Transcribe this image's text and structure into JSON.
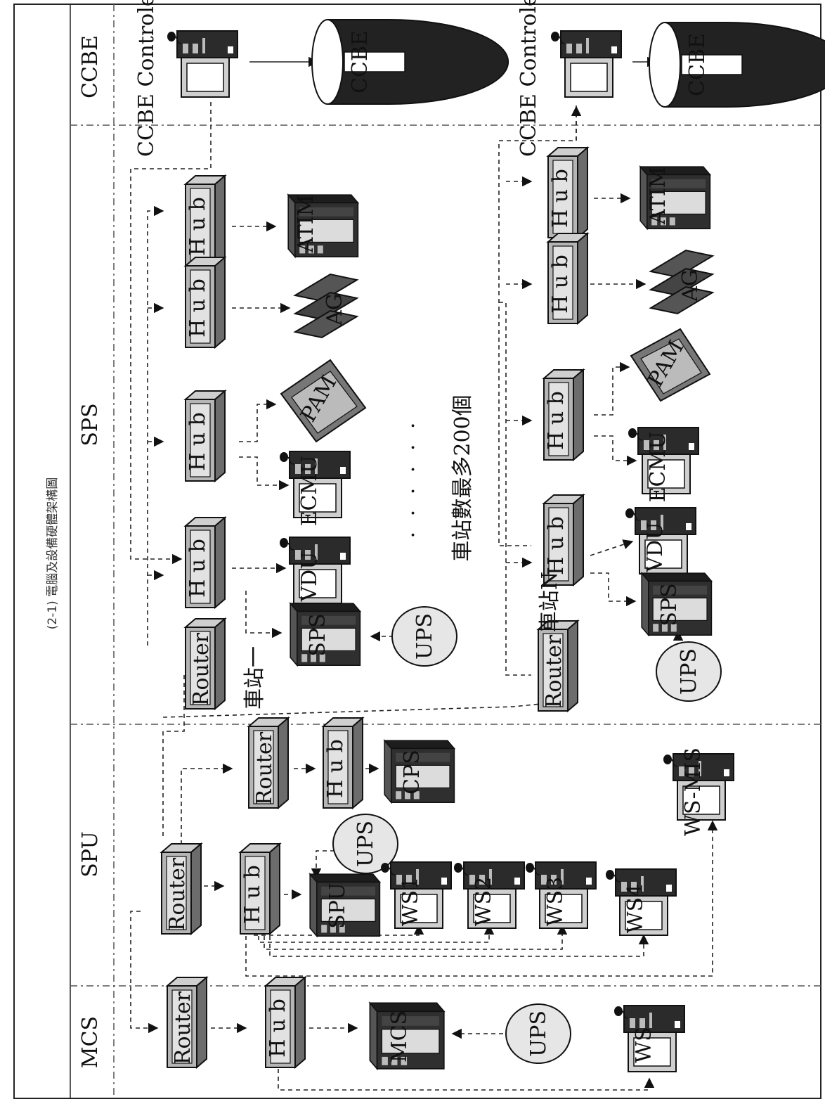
{
  "figure": {
    "caption": "(2-1) 電腦及設備硬體架構圖",
    "station_count_note": "車站數最多200個",
    "station_first_label": "車站一",
    "station_n_label": "車站N",
    "ellipsis": "· · · · · ·"
  },
  "bands": {
    "ccbe": "CCBE",
    "sps": "SPS",
    "spu": "SPU",
    "mcs": "MCS"
  },
  "labels": {
    "ccbe_controller": "CCBE Controler",
    "ccbe_db": "CCBE",
    "router": "Router",
    "hub": "H u b",
    "vdu": "VDU",
    "ecmu": "ECMU",
    "pam": "PAM",
    "ag": "AG",
    "atim": "ATIM",
    "sps_server": "SPS",
    "ups": "UPS",
    "spu_server": "SPU",
    "cps_server": "CPS",
    "ws1": "WS1",
    "ws2": "WS2",
    "ws3": "WS3",
    "ws4": "WS4",
    "ws_mis": "WS-MIS",
    "mcs_server": "MCS",
    "ws": "WS"
  },
  "colors": {
    "device_dark": "#222222",
    "device_mid": "#777777",
    "device_light": "#cccccc",
    "ups_fill": "#e6e6e6",
    "line": "#222222"
  }
}
